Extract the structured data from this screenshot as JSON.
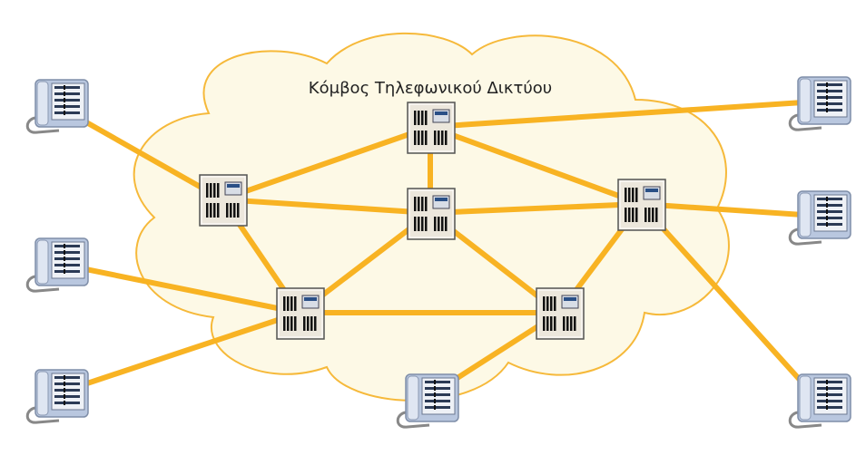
{
  "title": "Κόμβος Τηλεφωνικού Δικτύου",
  "colors": {
    "link": "#f8b323",
    "cloud_fill": "#fdf9e6",
    "cloud_stroke": "#f6b93a",
    "switch_bg": "#ece7dc"
  },
  "switches": [
    "s1",
    "s2",
    "s3",
    "s4",
    "s5",
    "s6"
  ],
  "phones": [
    "p1",
    "p2",
    "p3",
    "p4",
    "p5",
    "p6",
    "p7"
  ],
  "links": [
    [
      "p1",
      "s2"
    ],
    [
      "p2",
      "s5"
    ],
    [
      "p3",
      "s5"
    ],
    [
      "p4",
      "s6"
    ],
    [
      "p5",
      "s1"
    ],
    [
      "p6",
      "s4"
    ],
    [
      "p7",
      "s4"
    ],
    [
      "s1",
      "s2"
    ],
    [
      "s1",
      "s3"
    ],
    [
      "s1",
      "s4"
    ],
    [
      "s2",
      "s3"
    ],
    [
      "s2",
      "s5"
    ],
    [
      "s3",
      "s4"
    ],
    [
      "s3",
      "s5"
    ],
    [
      "s3",
      "s6"
    ],
    [
      "s4",
      "s6"
    ],
    [
      "s5",
      "s6"
    ]
  ]
}
